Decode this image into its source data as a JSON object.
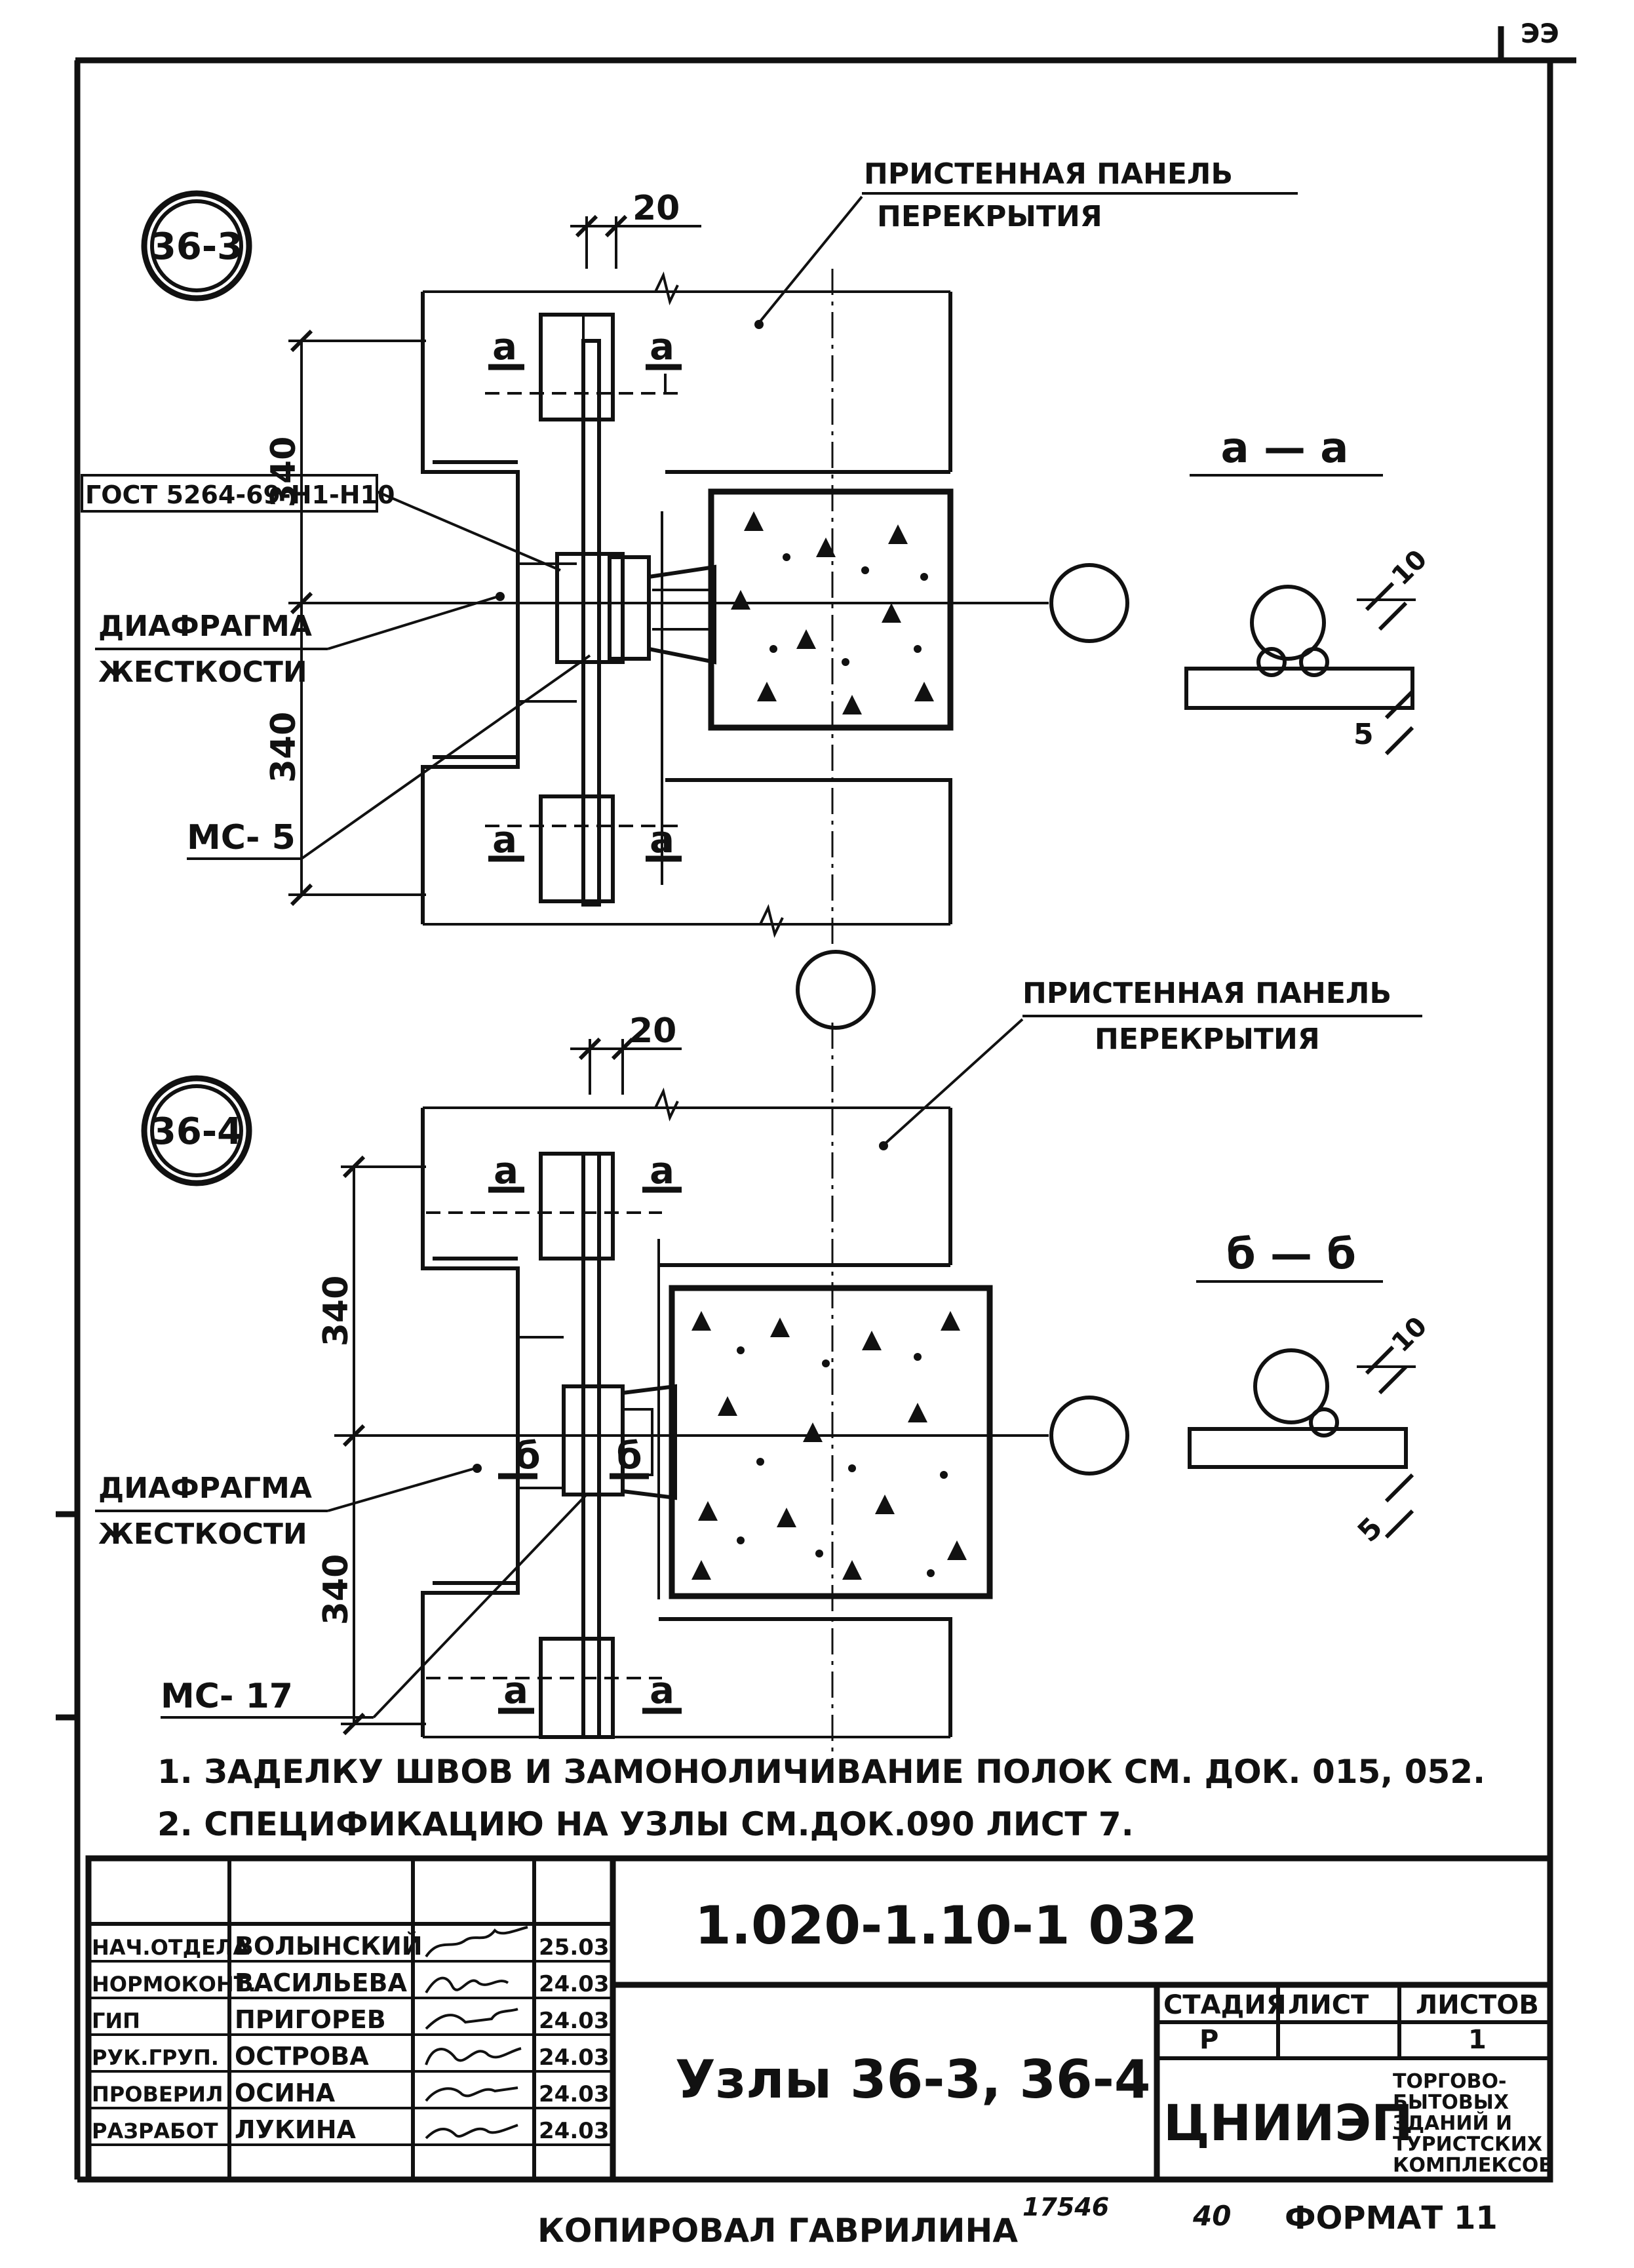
{
  "page_corner": "ЭЭ",
  "node1": {
    "tag": "36-3",
    "label_panel_line1": "ПРИСТЕННАЯ ПАНЕЛЬ",
    "label_panel_line2": "ПЕРЕКРЫТИЯ",
    "dim_top": "20",
    "dim_upper": "340",
    "dim_lower": "340",
    "gost": "ГОСТ 5264-69-Н1-Н10",
    "label_diaphragm_line1": "ДИАФРАГМА",
    "label_diaphragm_line2": "ЖЕСТКОСТИ",
    "label_mc": "МС- 5",
    "section_marks": [
      "а",
      "а",
      "а",
      "а"
    ],
    "section_title": "а — а",
    "weld_dim_a": "10",
    "weld_dim_b": "5"
  },
  "node2": {
    "tag": "36-4",
    "label_panel_line1": "ПРИСТЕННАЯ ПАНЕЛЬ",
    "label_panel_line2": "ПЕРЕКРЫТИЯ",
    "dim_top": "20",
    "dim_upper": "340",
    "dim_lower": "340",
    "label_diaphragm_line1": "ДИАФРАГМА",
    "label_diaphragm_line2": "ЖЕСТКОСТИ",
    "label_mc": "МС- 17",
    "section_marks": [
      "а",
      "а",
      "б",
      "б",
      "а",
      "а"
    ],
    "section_title": "б — б",
    "weld_dim_a": "10",
    "weld_dim_b": "5"
  },
  "notes": [
    "1. ЗАДЕЛКУ ШВОВ И ЗАМОНОЛИЧИВАНИЕ ПОЛОК СМ. ДОК. 015, 052.",
    "2. СПЕЦИФИКАЦИЮ НА УЗЛЫ СМ.ДОК.090 ЛИСТ 7."
  ],
  "title_block": {
    "doc_number": "1.020-1.10-1 032",
    "title": "Узлы 36-3, 36-4",
    "stage_header": "СТАДИЯ",
    "sheet_header": "ЛИСТ",
    "sheets_header": "ЛИСТОВ",
    "stage": "Р",
    "sheet": "",
    "sheets": "1",
    "org": "ЦНИИЭП",
    "org_sub": [
      "ТОРГОВО-",
      "БЫТОВЫХ",
      "ЗДАНИЙ И",
      "ТУРИСТСКИХ",
      "КОМПЛЕКСОВ"
    ],
    "staff": [
      {
        "role": "НАЧ.ОТДЕЛА",
        "name": "ВОЛЫНСКИЙ",
        "date": "25.03"
      },
      {
        "role": "НОРМОКОНТ.",
        "name": "ВАСИЛЬЕВА",
        "date": "24.03"
      },
      {
        "role": "ГИП",
        "name": "ПРИГОРЕВ",
        "date": "24.03"
      },
      {
        "role": "РУК.ГРУП.",
        "name": "ОСТРОВА",
        "date": "24.03"
      },
      {
        "role": "ПРОВЕРИЛ",
        "name": "ОСИНА",
        "date": "24.03"
      },
      {
        "role": "РАЗРАБОТ",
        "name": "ЛУКИНА",
        "date": "24.03"
      }
    ]
  },
  "footer": {
    "copied": "КОПИРОВАЛ  ГАВРИЛИНА",
    "number": "17546",
    "num2": "40",
    "format": "ФОРМАТ 11"
  }
}
